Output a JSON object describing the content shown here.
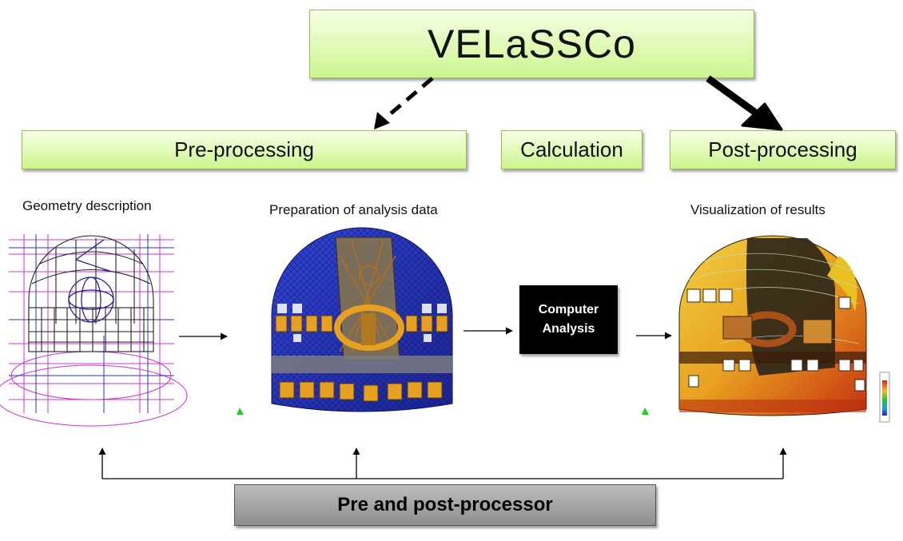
{
  "title": "VELaSSCo",
  "stages": {
    "pre": "Pre-processing",
    "calc": "Calculation",
    "post": "Post-processing"
  },
  "captions": {
    "geometry": "Geometry description",
    "preparation": "Preparation of analysis data",
    "visualization": "Visualization of results"
  },
  "computer": {
    "line1": "Computer",
    "line2": "Analysis"
  },
  "bottom_box": "Pre and post-processor",
  "colors": {
    "stage_box_top": "#f6ffe4",
    "stage_box_bottom": "#ccf58e",
    "mesh_blue": "#2233bb",
    "wireframe_magenta": "#cc33cc",
    "results_yellow": "#e8c020",
    "results_red": "#d03010"
  }
}
